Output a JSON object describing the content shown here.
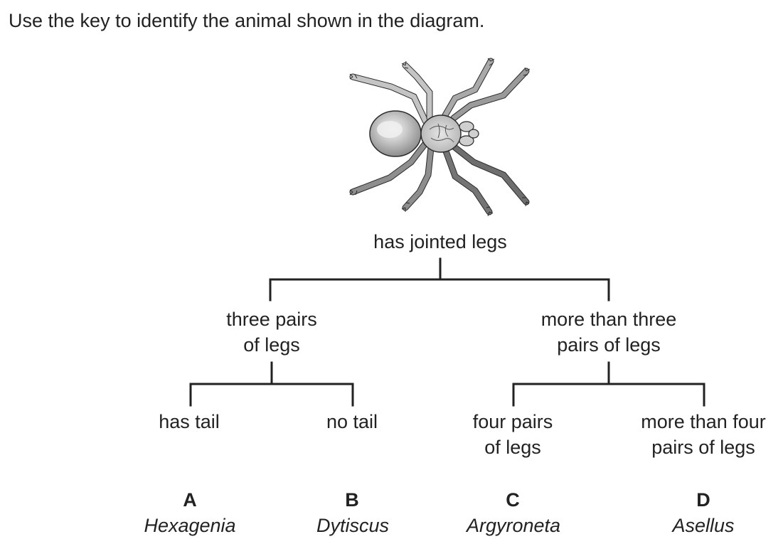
{
  "question": "Use the key to identify the animal shown in the diagram.",
  "key": {
    "root": "has jointed legs",
    "left_branch": {
      "line1": "three pairs",
      "line2": "of legs"
    },
    "right_branch": {
      "line1": "more than three",
      "line2": "pairs of legs"
    },
    "leaves": {
      "has_tail": "has tail",
      "no_tail": "no tail",
      "four_pairs": {
        "line1": "four pairs",
        "line2": "of legs"
      },
      "more_than_four": {
        "line1": "more than four",
        "line2": "pairs of legs"
      }
    }
  },
  "options": [
    {
      "letter": "A",
      "name": "Hexagenia"
    },
    {
      "letter": "B",
      "name": "Dytiscus"
    },
    {
      "letter": "C",
      "name": "Argyroneta"
    },
    {
      "letter": "D",
      "name": "Asellus"
    }
  ],
  "colors": {
    "line": "#222222",
    "leg_light": "#bdbdbd",
    "leg_dark": "#6e6e6e",
    "abdomen": "#a8a8a8",
    "cephalothorax": "#d2d2d2",
    "outline": "#2a2a2a"
  }
}
